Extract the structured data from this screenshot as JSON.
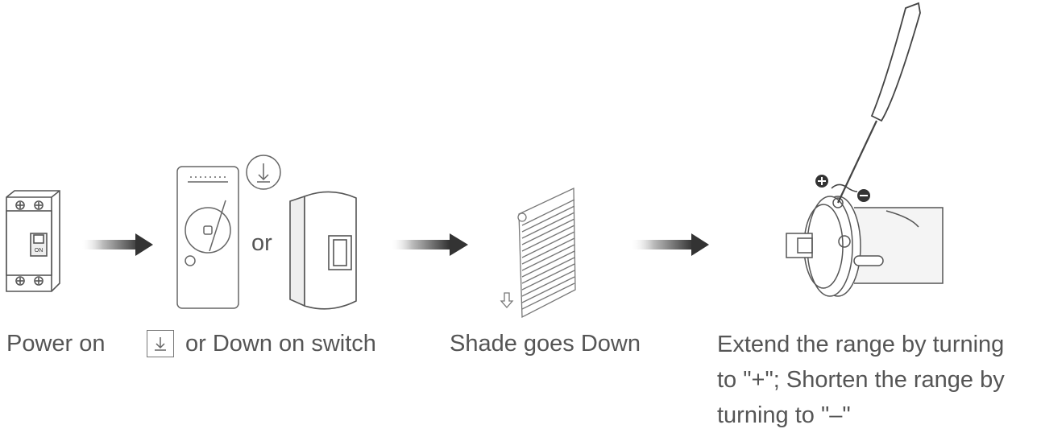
{
  "steps": {
    "power": {
      "caption": "Power on",
      "breaker_label": "ON"
    },
    "remote": {
      "caption_suffix": "or Down on switch",
      "or_label": "or"
    },
    "shade": {
      "caption": "Shade goes Down"
    },
    "extend": {
      "caption_lines": [
        "Extend the range by turning",
        "to \"+\"; Shorten the range by",
        "turning to \"–\""
      ]
    }
  },
  "colors": {
    "line": "#555555",
    "arrow": "#3a3a3a",
    "text": "#555555"
  },
  "icons": [
    "down-arrow-icon",
    "plus-icon",
    "minus-icon"
  ]
}
